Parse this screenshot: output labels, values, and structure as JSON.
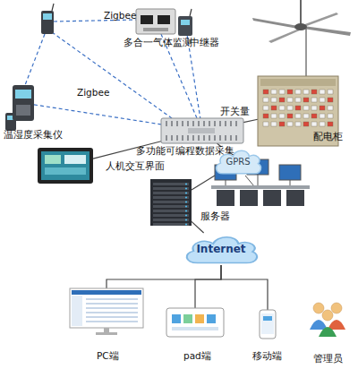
{
  "diagram": {
    "nodes": [
      {
        "text": [
          "多合一气体监测"
        ]
      },
      {
        "text": [
          "中继器"
        ]
      },
      {
        "text": [
          "温湿度采集仪"
        ]
      },
      {
        "text": [
          "配电柜"
        ]
      },
      {
        "text": [
          "多功能可编程数据采集"
        ]
      },
      {
        "text": [
          "人机交互界面"
        ]
      },
      {
        "text": [
          "GPRS"
        ]
      },
      {
        "text": [
          "服务器"
        ]
      },
      {
        "text": [
          "Internet"
        ]
      },
      {
        "text": [
          "PC端"
        ]
      },
      {
        "text": [
          "pad端"
        ]
      },
      {
        "text": [
          "移动端"
        ]
      },
      {
        "text": [
          "管理员"
        ]
      }
    ],
    "edges": [
      {
        "from": 0,
        "to": 4,
        "arrow": "none"
      },
      {
        "from": 1,
        "to": 4,
        "arrow": "none"
      },
      {
        "from": 2,
        "to": 4,
        "label": "Zigbee",
        "arrow": "none"
      },
      {
        "from": 3,
        "to": 4,
        "label": "开关量",
        "arrow": "none"
      },
      {
        "from": 5,
        "to": 4,
        "arrow": "none"
      },
      {
        "from": 4,
        "to": 6,
        "arrow": "none"
      },
      {
        "from": 6,
        "to": 7,
        "arrow": "none"
      },
      {
        "from": 7,
        "to": 8,
        "arrow": "none"
      },
      {
        "from": 8,
        "to": 9,
        "arrow": "none"
      },
      {
        "from": 8,
        "to": 10,
        "arrow": "none"
      },
      {
        "from": 8,
        "to": 11,
        "arrow": "none"
      }
    ],
    "labels": [
      "Zigbee"
    ]
  }
}
